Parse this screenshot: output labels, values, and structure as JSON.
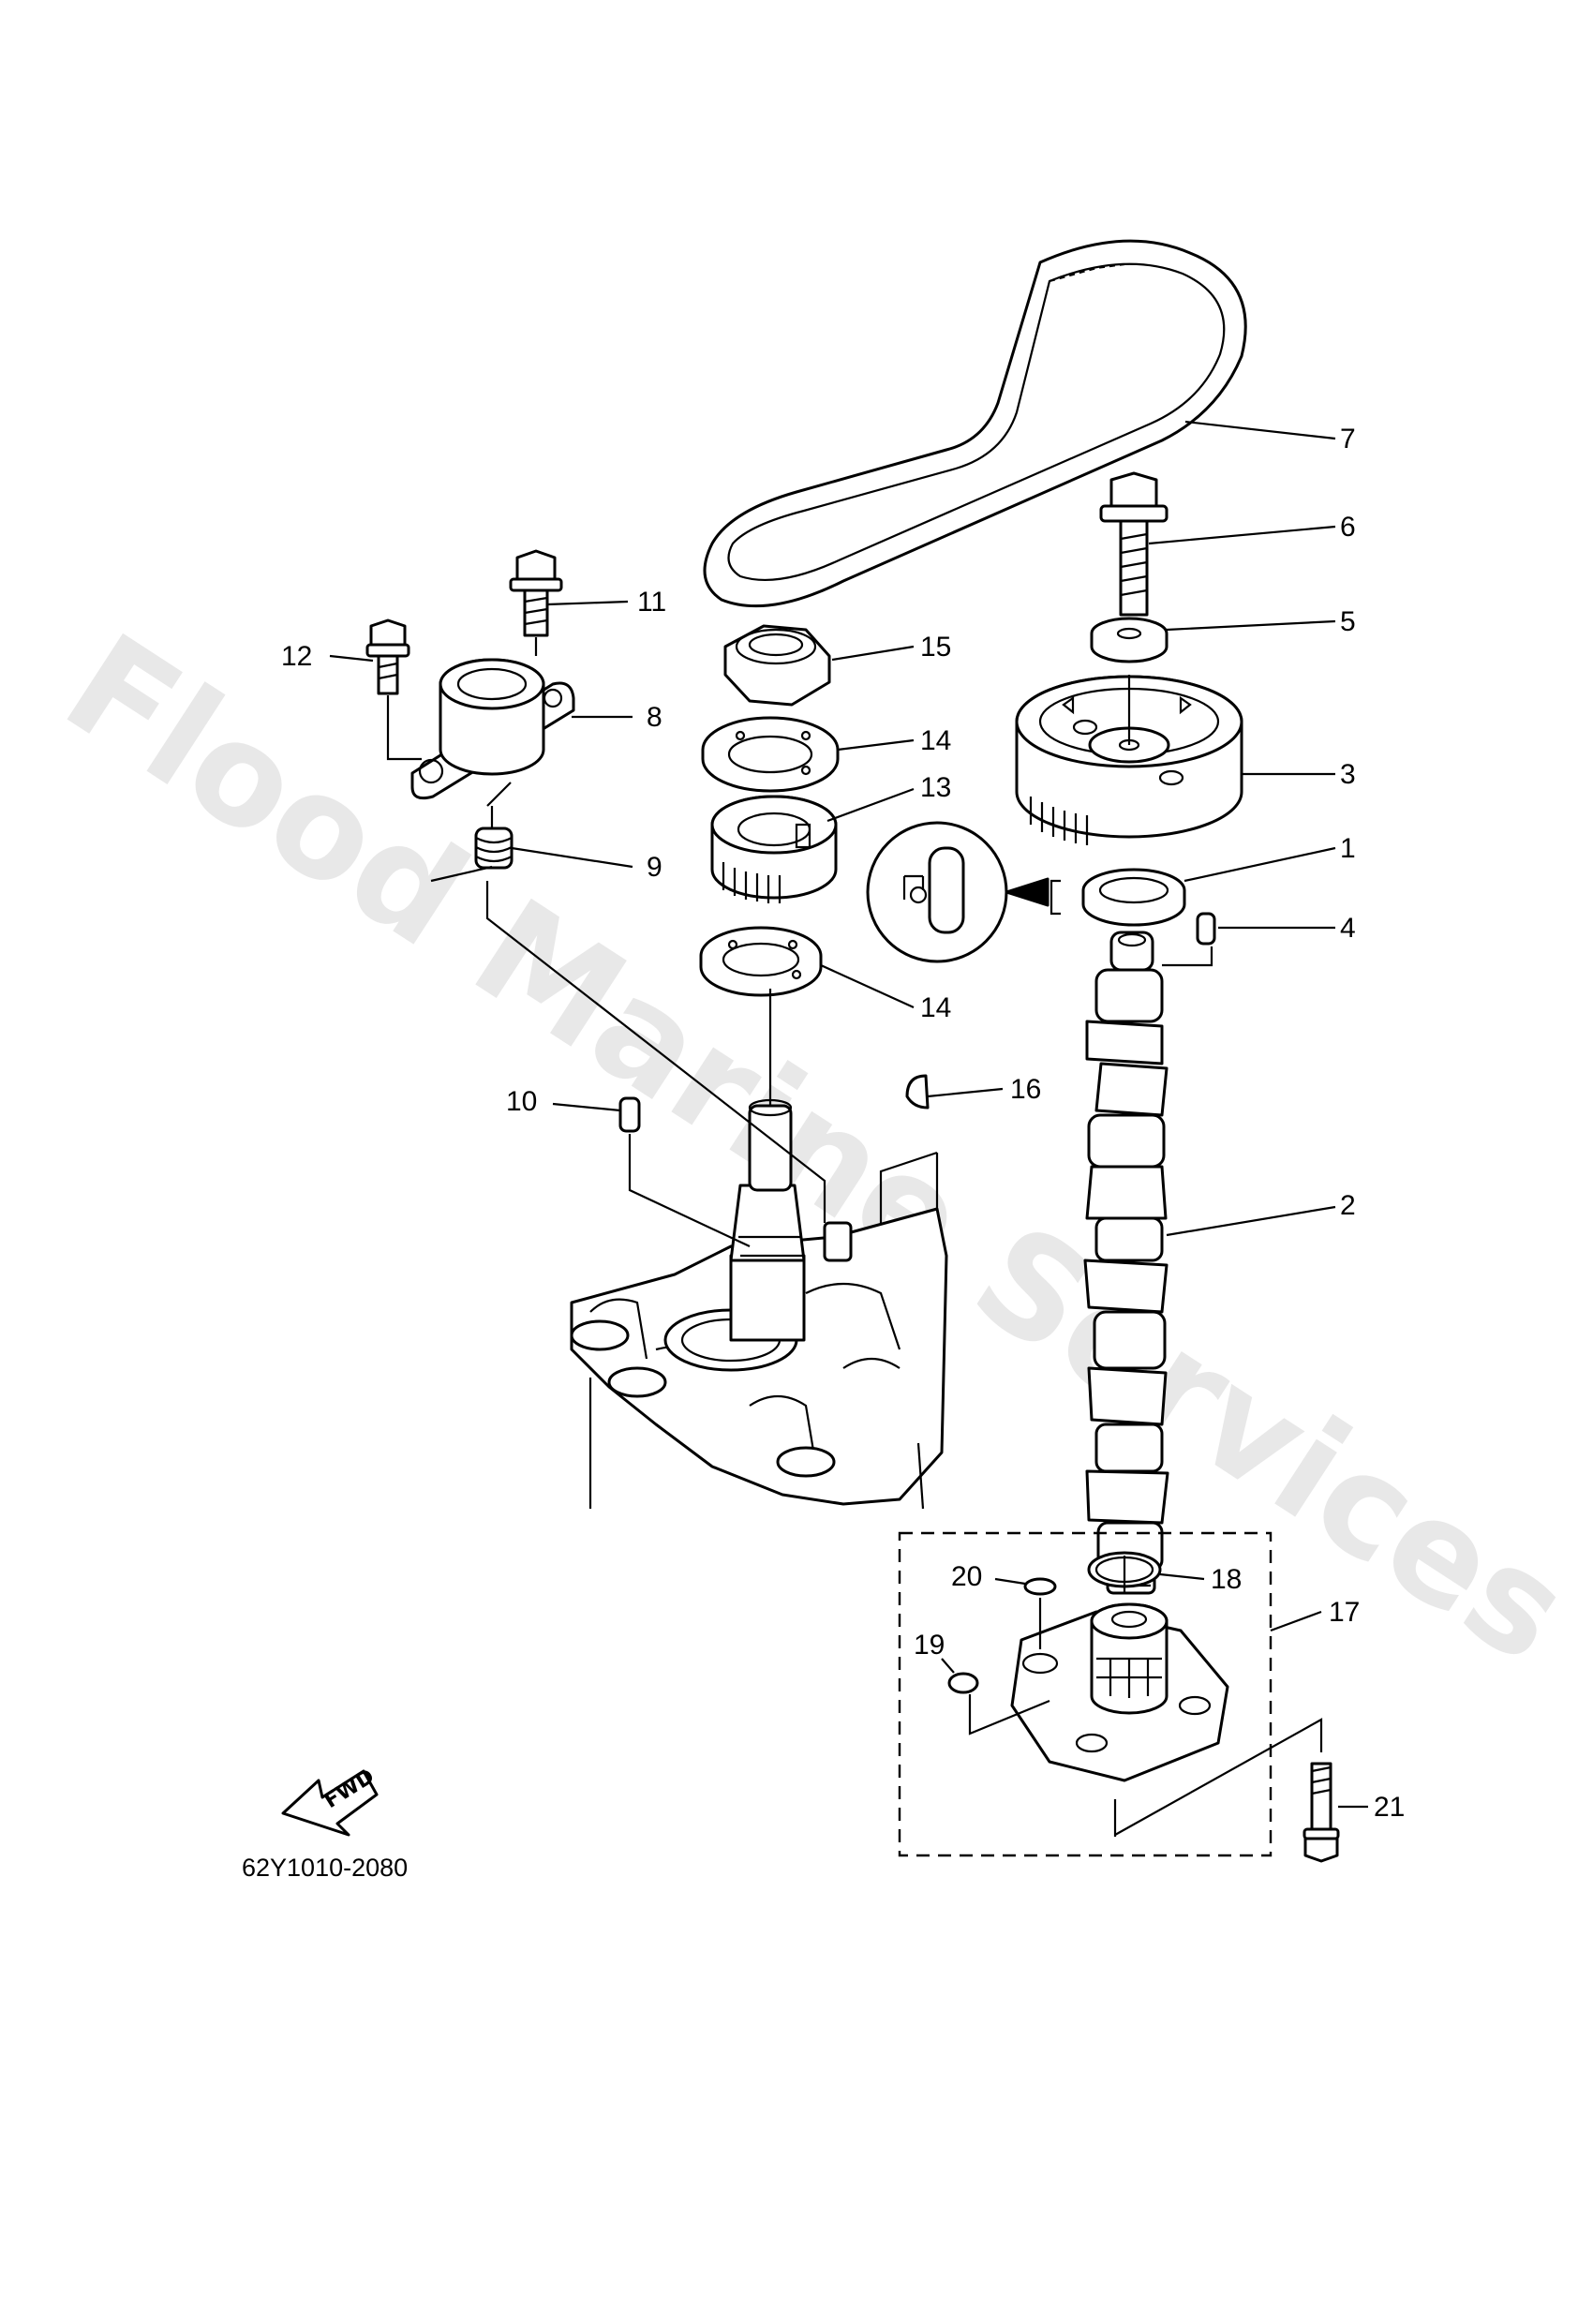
{
  "diagram": {
    "catalog_code": "62Y1010-2080",
    "watermark": "Flood Marine Services",
    "fwd_label": "FWD",
    "callouts": {
      "c1": "1",
      "c2": "2",
      "c3": "3",
      "c4": "4",
      "c5": "5",
      "c6": "6",
      "c7": "7",
      "c8": "8",
      "c9": "9",
      "c10": "10",
      "c11": "11",
      "c12": "12",
      "c13": "13",
      "c14a": "14",
      "c14b": "14",
      "c15": "15",
      "c16": "16",
      "c17": "17",
      "c18": "18",
      "c19": "19",
      "c20": "20",
      "c21": "21"
    }
  }
}
